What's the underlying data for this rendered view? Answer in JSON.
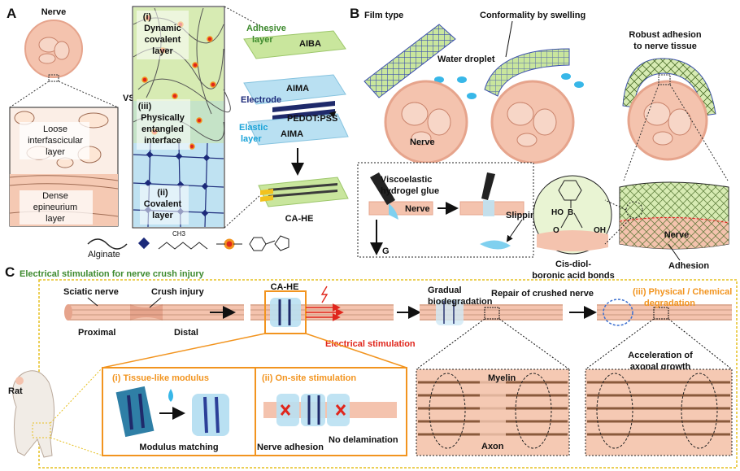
{
  "panel_a": {
    "letter": "A",
    "nerve": "Nerve",
    "loose1": "Loose",
    "loose2": "interfascicular",
    "loose3": "layer",
    "dense1": "Dense",
    "dense2": "epineurium",
    "dense3": "layer",
    "vs": "VS",
    "dyn1": "(i)",
    "dyn2": "Dynamic",
    "dyn3": "covalent",
    "dyn4": "layer",
    "phys1": "(iii)",
    "phys2": "Physically",
    "phys3": "entangled",
    "phys4": "interface",
    "cov1": "(ii)",
    "cov2": "Covalent",
    "cov3": "layer",
    "adhesive1": "Adhesive",
    "adhesive2": "layer",
    "aiba": "AIBA",
    "aima1": "AIMA",
    "electrode": "Electrode",
    "pedot": "PEDOT:PSS",
    "elastic1": "Elastic",
    "elastic2": "layer",
    "aima2": "AIMA",
    "cahe": "CA-HE",
    "legend_alginate": "Alginate",
    "legend_ch3": "CH3"
  },
  "panel_b": {
    "letter": "B",
    "film_type": "Film type",
    "water_droplet": "Water droplet",
    "conformality": "Conformality by swelling",
    "robust1": "Robust adhesion",
    "robust2": "to nerve tissue",
    "nerve_a": "Nerve",
    "visco1": "Viscoelastic",
    "visco2": "hydrogel glue",
    "nerve_b": "Nerve",
    "g": "G",
    "slipping": "Slipping",
    "ho": "HO",
    "b_atom": "B",
    "o_left": "O",
    "oh": "OH",
    "cis1": "Cis-diol-",
    "cis2": "boronic acid bonds",
    "nerve_c": "Nerve",
    "adhesion": "Adhesion"
  },
  "panel_c": {
    "letter": "C",
    "title": "Electrical stimulation for nerve crush injury",
    "sciatic": "Sciatic nerve",
    "crush": "Crush injury",
    "proximal": "Proximal",
    "distal": "Distal",
    "cahe": "CA-HE",
    "elec_stim": "Electrical stimulation",
    "gradual1": "Gradual",
    "gradual2": "biodegradation",
    "repair": "Repair of crushed nerve",
    "degr1": "(iii) Physical / Chemical",
    "degr2": "degradation",
    "accel1": "Acceleration of",
    "accel2": "axonal growth",
    "rat": "Rat",
    "tissue_like": "(i) Tissue-like modulus",
    "onsite": "(ii) On-site stimulation",
    "modulus_matching": "Modulus matching",
    "nerve_adhesion": "Nerve adhesion",
    "no_delam": "No delamination",
    "myelin": "Myelin",
    "axon": "Axon"
  },
  "colors": {
    "nerve": "#f4c3ae",
    "nerve_dark": "#e6a48c",
    "green_layer": "#d7ebb3",
    "blue_layer": "#b9e0f2",
    "electrode": "#1f2a6b",
    "orange": "#f2941f",
    "green_text": "#3d8a2e",
    "blue_text": "#1aa3d8",
    "red_text": "#e0261c",
    "navy": "#1c2a7a"
  }
}
